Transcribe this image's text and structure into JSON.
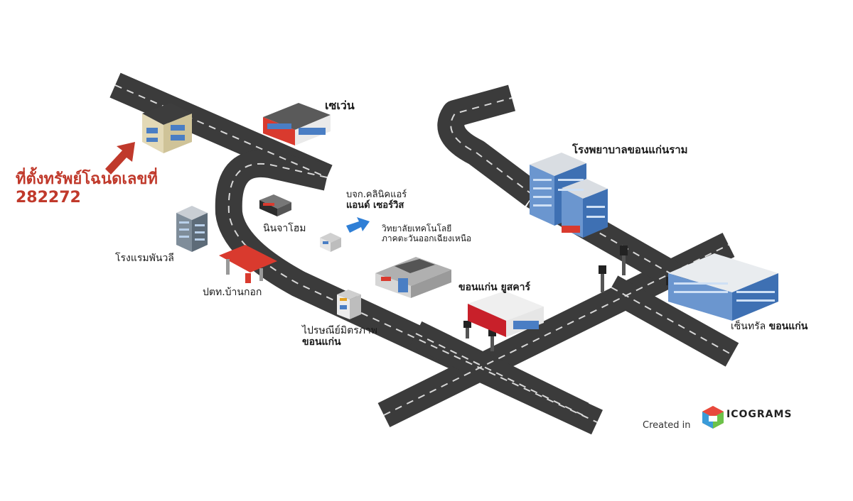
{
  "target": {
    "label_line1": "ที่ตั้งทรัพย์โฉนดเลขที่",
    "label_line2": "282272",
    "color": "#c0392b"
  },
  "landmarks": {
    "seven_eleven": "เซเว่น",
    "hospital": "โรงพยาบาลขอนแก่นราม",
    "clinic_line1": "บจก.คลินิคแอร์",
    "clinic_line2": "แอนด์ เซอร์วิส",
    "college_line1": "วิทยาลัยเทคโนโลยี",
    "college_line2": "ภาคตะวันออกเฉียงเหนือ",
    "ninja_home": "นินจาโฮม",
    "hotel": "โรงแรมพันวลี",
    "ptt": "ปตท.บ้านกอก",
    "yusacar": "ขอนแก่น ยูสคาร์",
    "post_office_line1": "ไปรษณีย์มิตรภาพ",
    "post_office_line2": "ขอนแก่น",
    "central_part1": "เซ็นทรัล",
    "central_part2": "ขอนแก่น"
  },
  "credit": {
    "created_in": "Created in",
    "brand": "ICOGRAMS"
  },
  "colors": {
    "road": "#3b3b3b",
    "road_edge": "#ffffff",
    "lane": "#d8d8d8",
    "building_blue": "#4a7ec4",
    "building_red": "#c8202a"
  }
}
